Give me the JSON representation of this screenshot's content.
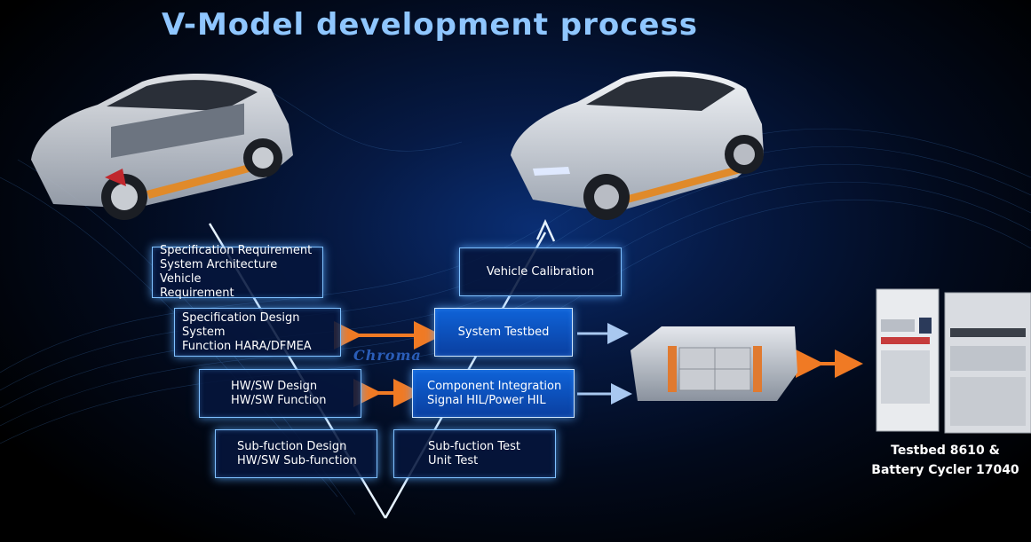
{
  "title": "V-Model development process",
  "left_boxes": [
    {
      "text": "Specification Requirement\nSystem Architecture Vehicle\nRequirement"
    },
    {
      "text": "Specification Design System\nFunction HARA/DFMEA"
    },
    {
      "text": "HW/SW Design\nHW/SW Function"
    },
    {
      "text": "Sub-fuction Design\nHW/SW Sub-function"
    }
  ],
  "right_boxes": [
    {
      "text": "Vehicle Calibration"
    },
    {
      "text": "System Testbed"
    },
    {
      "text": "Component Integration\nSignal HIL/Power HIL"
    },
    {
      "text": "Sub-fuction Test\nUnit Test"
    }
  ],
  "brand_watermark": "Chroma",
  "equipment_caption": "Testbed 8610 &\nBattery Cycler 17040",
  "colors": {
    "accent_orange": "#f07a24",
    "glow_blue": "#7fc0ff",
    "title_blue": "#8fc6ff"
  }
}
